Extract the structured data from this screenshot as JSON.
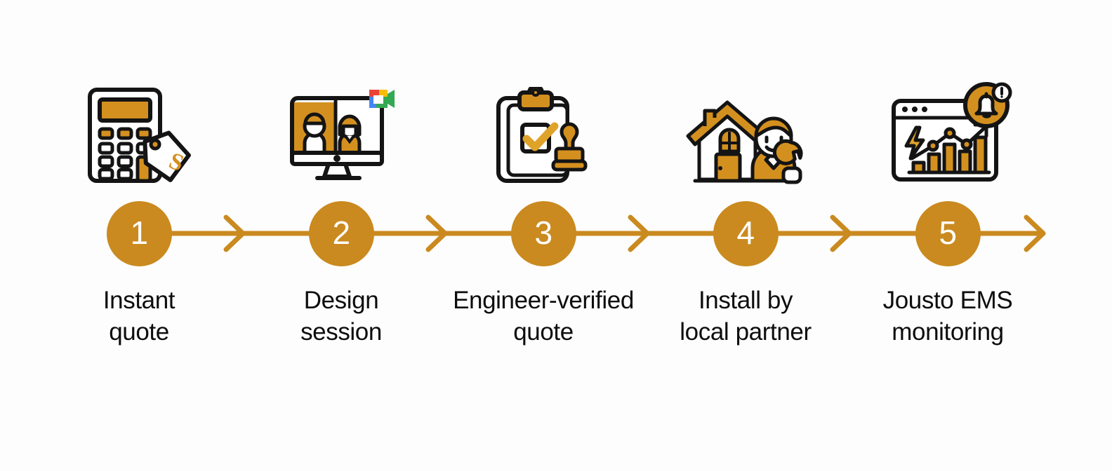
{
  "meta": {
    "title": "Customer journey process timeline",
    "background_color": "#fdfdfd",
    "accent_color": "#ca8a1f",
    "text_color": "#0d0d0d",
    "number_color": "#ffffff",
    "outline_color": "#141414"
  },
  "timeline": {
    "orientation": "horizontal",
    "step_count": 5,
    "connector_style": "line-with-chevron-arrowhead",
    "terminal_arrow": true
  },
  "steps": [
    {
      "number": "1",
      "icon": "calculator-price-tag-icon",
      "label_line1": "Instant",
      "label_line2": "quote"
    },
    {
      "number": "2",
      "icon": "video-call-monitor-icon",
      "badge": "google-meet-logo",
      "label_line1": "Design",
      "label_line2": "session"
    },
    {
      "number": "3",
      "icon": "clipboard-check-stamp-icon",
      "label_line1": "Engineer-verified",
      "label_line2": "quote"
    },
    {
      "number": "4",
      "icon": "house-technician-wrench-icon",
      "label_line1": "Install by",
      "label_line2": "local partner"
    },
    {
      "number": "5",
      "icon": "dashboard-analytics-bell-icon",
      "label_line1": "Jousto EMS",
      "label_line2": "monitoring"
    }
  ]
}
